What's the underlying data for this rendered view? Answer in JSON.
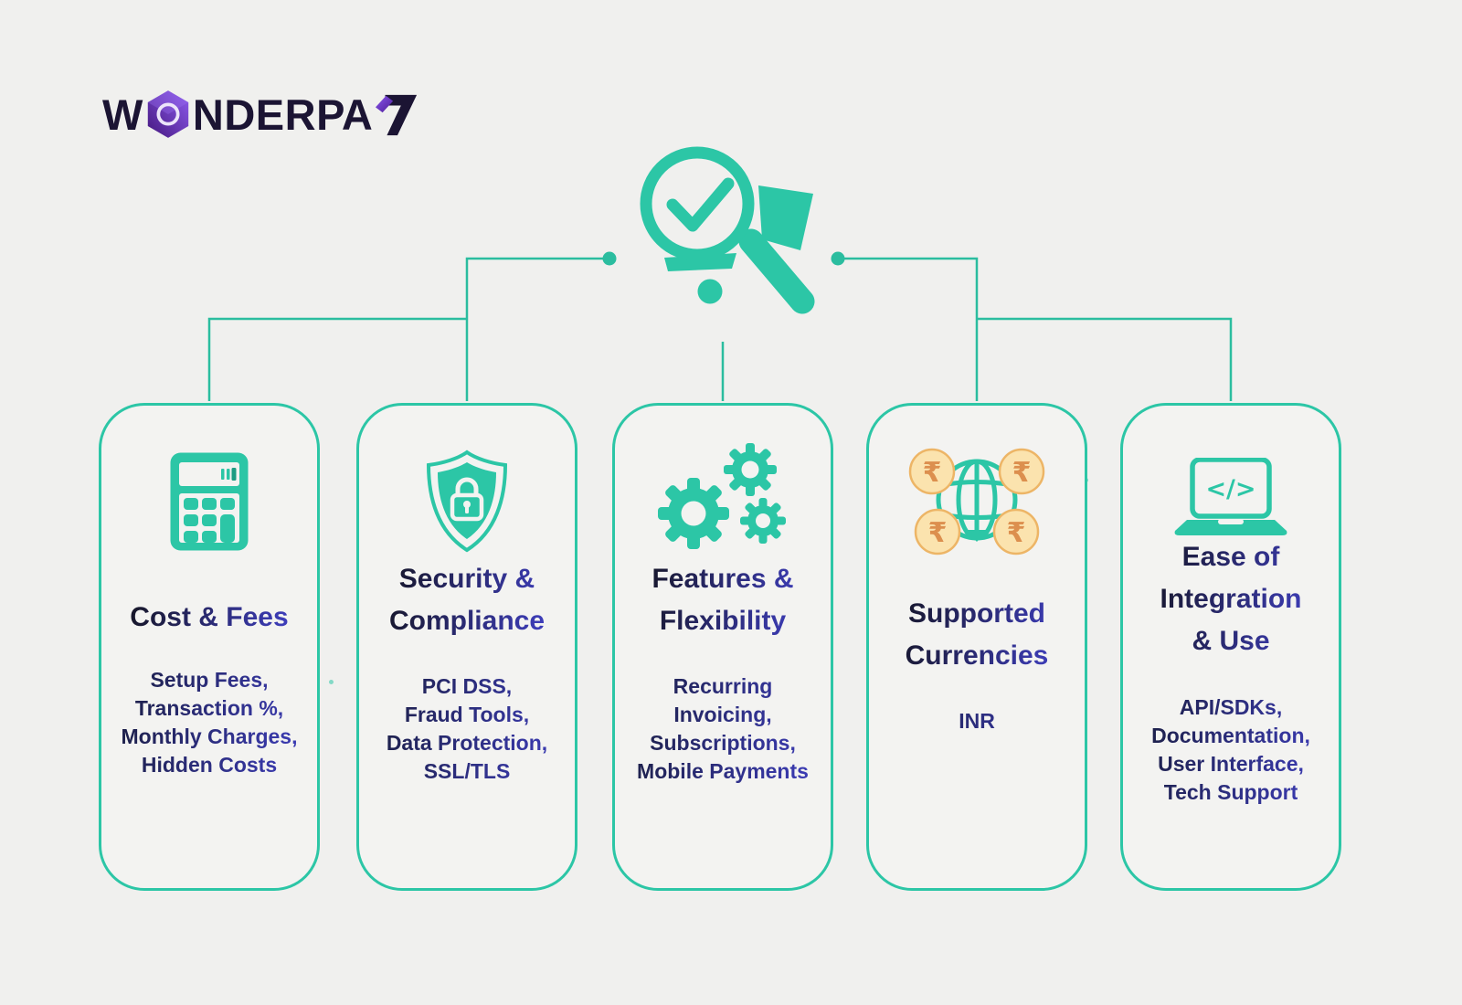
{
  "brand": {
    "name": "WONDERPAY",
    "part1": "W",
    "part2": "NDER",
    "part3": "PA"
  },
  "colors": {
    "background": "#f0f0ee",
    "teal": "#2cc6a6",
    "indigo": "#3e3ec2",
    "dark_navy": "#17172b",
    "logo_purple": "#6d2fd1",
    "coin_fill": "#fbe3ae",
    "coin_border": "#edb566",
    "coin_symbol": "#dc8f4e"
  },
  "hero": {
    "icon": "magnifier-check-icon"
  },
  "cards": [
    {
      "id": "cost-fees",
      "icon": "calculator-icon",
      "title_lines": [
        "Cost & Fees"
      ],
      "body_lines": [
        "Setup Fees,",
        "Transaction %,",
        "Monthly Charges,",
        "Hidden Costs"
      ]
    },
    {
      "id": "security-compliance",
      "icon": "shield-lock-icon",
      "title_lines": [
        "Security &",
        "Compliance"
      ],
      "body_lines": [
        "PCI DSS,",
        "Fraud Tools,",
        "Data Protection,",
        "SSL/TLS"
      ]
    },
    {
      "id": "features-flexibility",
      "icon": "gears-icon",
      "title_lines": [
        "Features &",
        "Flexibility"
      ],
      "body_lines": [
        "Recurring",
        "Invoicing,",
        "Subscriptions,",
        "Mobile Payments"
      ]
    },
    {
      "id": "supported-currencies",
      "icon": "globe-rupee-icon",
      "title_lines": [
        "Supported",
        "Currencies"
      ],
      "body_lines": [
        "INR"
      ],
      "currency_symbol": "₹"
    },
    {
      "id": "ease-of-integration",
      "icon": "laptop-code-icon",
      "title_lines": [
        "Ease of",
        "Integration",
        "& Use"
      ],
      "body_lines": [
        "API/SDKs,",
        "Documentation,",
        "User Interface,",
        "Tech Support"
      ],
      "code_glyph": "</>"
    }
  ]
}
